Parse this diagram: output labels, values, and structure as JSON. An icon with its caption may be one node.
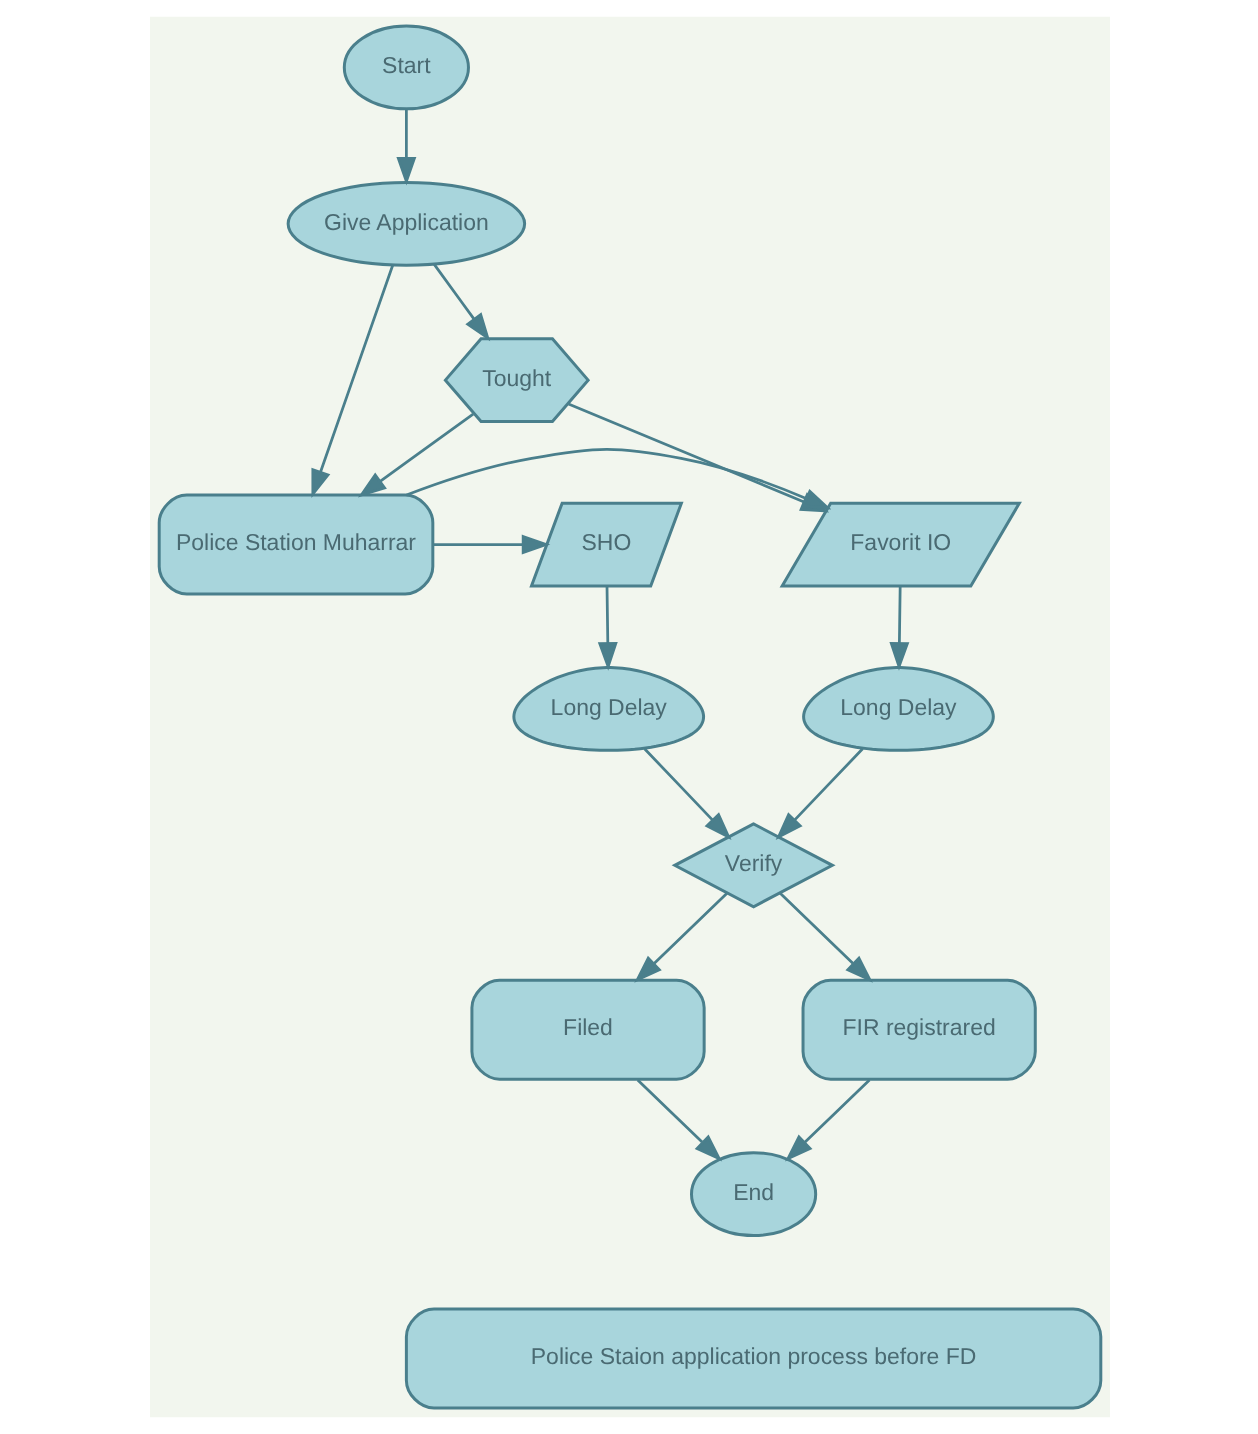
{
  "diagram": {
    "nodes": [
      {
        "text": [
          "Start"
        ]
      },
      {
        "text": [
          "Give Application"
        ]
      },
      {
        "text": [
          "Tought"
        ]
      },
      {
        "text": [
          "Favorit IO"
        ]
      },
      {
        "text": [
          "Police Station Muharrar"
        ]
      },
      {
        "text": [
          "SHO"
        ]
      },
      {
        "text": [
          "Long Delay"
        ]
      },
      {
        "text": [
          "Long Delay"
        ]
      },
      {
        "text": [
          "Verify"
        ]
      },
      {
        "text": [
          "Filed"
        ]
      },
      {
        "text": [
          "FIR registrared"
        ]
      },
      {
        "text": [
          "End"
        ]
      },
      {
        "text": [
          "Police Staion application process before FD"
        ]
      }
    ],
    "edges": [
      {
        "from": 0,
        "to": 1,
        "arrow": "to"
      },
      {
        "from": 1,
        "to": 2,
        "arrow": "to"
      },
      {
        "from": 1,
        "to": 4,
        "arrow": "to"
      },
      {
        "from": 2,
        "to": 3,
        "arrow": "to"
      },
      {
        "from": 2,
        "to": 4,
        "arrow": "to"
      },
      {
        "from": 4,
        "to": 3,
        "arrow": "to"
      },
      {
        "from": 4,
        "to": 5,
        "arrow": "to"
      },
      {
        "from": 3,
        "to": 6,
        "arrow": "to"
      },
      {
        "from": 5,
        "to": 7,
        "arrow": "to"
      },
      {
        "from": 6,
        "to": 8,
        "arrow": "to"
      },
      {
        "from": 7,
        "to": 8,
        "arrow": "to"
      },
      {
        "from": 8,
        "to": 9,
        "arrow": "to"
      },
      {
        "from": 8,
        "to": 10,
        "arrow": "to"
      },
      {
        "from": 9,
        "to": 11,
        "arrow": "to"
      },
      {
        "from": 10,
        "to": 11,
        "arrow": "to"
      }
    ]
  }
}
